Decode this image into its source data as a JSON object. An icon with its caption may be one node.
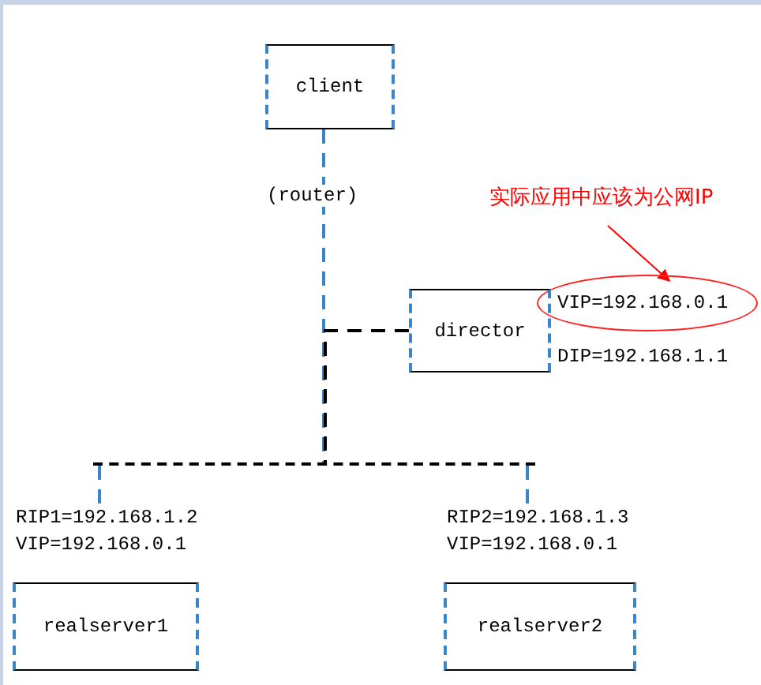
{
  "diagram": {
    "nodes": [
      {
        "text": [
          "client"
        ]
      },
      {
        "text": [
          "实际应用中应该为公网IP"
        ]
      },
      {
        "text": [
          "VIP=192.168.0.1"
        ]
      },
      {
        "text": [
          "director"
        ],
        "beside": [
          "DIP=192.168.1.1"
        ]
      },
      {
        "text": [],
        "shape": "bar"
      },
      {
        "text": [
          "realserver1"
        ],
        "beside": [
          "RIP1=192.168.1.2",
          "VIP=192.168.0.1"
        ]
      },
      {
        "text": [
          "realserver2"
        ],
        "beside": [
          "RIP2=192.168.1.3",
          "VIP=192.168.0.1"
        ]
      }
    ],
    "edges": [
      {
        "from": 0,
        "to": 4,
        "arrow": "none",
        "label": "(router)",
        "style": "dashed"
      },
      {
        "from": 3,
        "to": 4,
        "arrow": "none",
        "style": "dashed",
        "color": "#000000"
      },
      {
        "from": 4,
        "to": 5,
        "arrow": "none",
        "style": "dashed"
      },
      {
        "from": 4,
        "to": 6,
        "arrow": "none",
        "style": "dashed"
      },
      {
        "from": 1,
        "to": 2,
        "arrow": "to",
        "color": "#ff0000"
      }
    ]
  }
}
